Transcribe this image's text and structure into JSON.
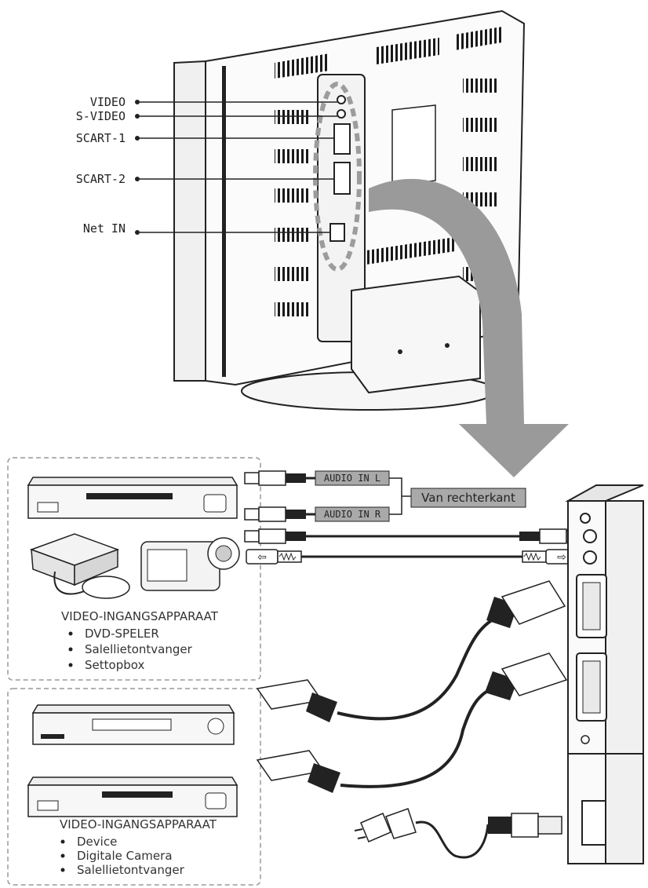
{
  "monitor_ports": [
    {
      "id": "video",
      "label": "VIDEO"
    },
    {
      "id": "svideo",
      "label": "S-VIDEO"
    },
    {
      "id": "scart1",
      "label": "SCART-1"
    },
    {
      "id": "scart2",
      "label": "SCART-2"
    },
    {
      "id": "netin",
      "label": "Net IN"
    }
  ],
  "audio_labels": {
    "left": "AUDIO IN L",
    "right": "AUDIO IN R",
    "side_note": "Van rechterkant"
  },
  "device_groups": [
    {
      "title": "VIDEO-INGANGSAPPARAAT",
      "items": [
        "DVD-SPELER",
        "Salellietontvanger",
        "Settopbox"
      ]
    },
    {
      "title": "VIDEO-INGANGSAPPARAAT",
      "items": [
        "Device",
        "Digitale Camera",
        "Salellietontvanger"
      ]
    }
  ],
  "colors": {
    "line": "#222222",
    "panel_fill": "#f4f4f4",
    "grey_arrow": "#9a9a9a",
    "highlight_dash": "#9c9c9c",
    "tag_fill": "#a9a9a9"
  }
}
